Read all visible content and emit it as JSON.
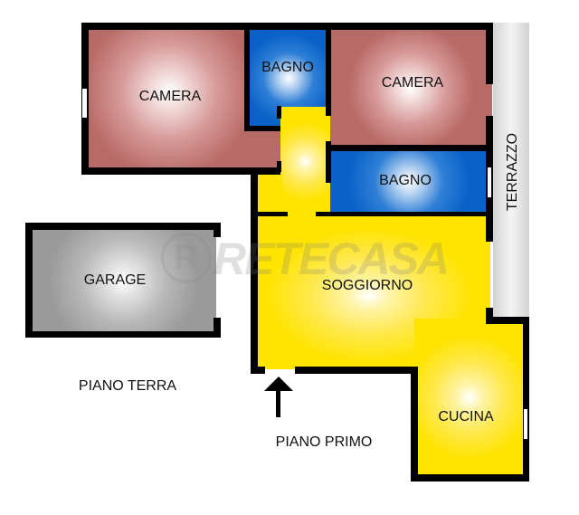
{
  "rooms": {
    "camera_left": "CAMERA",
    "bagno_top": "BAGNO",
    "camera_right": "CAMERA",
    "bagno_right": "BAGNO",
    "terrazzo": "TERRAZZO",
    "garage": "GARAGE",
    "soggiorno": "SOGGIORNO",
    "cucina": "CUCINA"
  },
  "floors": {
    "ground": "PIANO TERRA",
    "first": "PIANO PRIMO"
  },
  "watermark": "RETECASA",
  "icons": {
    "entrance": "arrow-up-icon"
  },
  "colors": {
    "camera": "#b86a66",
    "bagno": "#0a62c8",
    "living": "#ffe400",
    "garage": "#9a9a9a",
    "terrazzo": "#d2d2d2",
    "walls": "#000000"
  }
}
